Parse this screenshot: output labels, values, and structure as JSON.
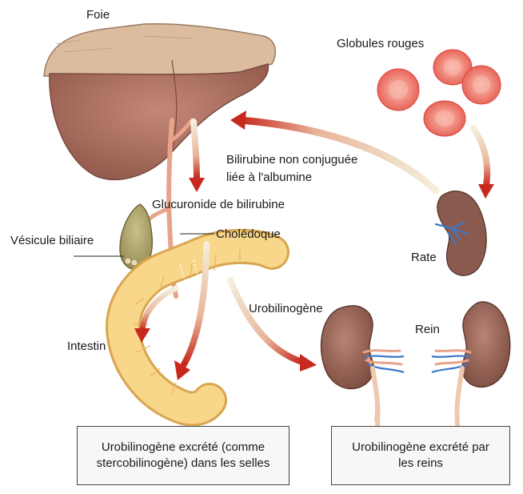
{
  "labels": {
    "foie": "Foie",
    "globules_rouges": "Globules rouges",
    "bilirubine_line1": "Bilirubine non conjuguée",
    "bilirubine_line2": "liée à l'albumine",
    "glucuronide": "Glucuronide de bilirubine",
    "vesicule": "Vésicule biliaire",
    "choledoque": "Cholédoque",
    "rate": "Rate",
    "urobilinogene": "Urobilinogène",
    "rein": "Rein",
    "intestin": "Intestin"
  },
  "boxes": {
    "selles_line1": "Urobilinogène excrété (comme",
    "selles_line2": "stercobilinogène) dans les selles",
    "reins_line1": "Urobilinogène excrété par",
    "reins_line2": "les reins"
  },
  "colors": {
    "arrow_red": "#c8281e",
    "arrow_cream": "#f3ead2",
    "liver": "#a66a58",
    "liver_top": "#d9b79b",
    "gallbladder": "#b2a86a",
    "intestine": "#f8d68a",
    "rbc": "#f07a6e",
    "spleen": "#8a5a4e",
    "kidney": "#9a6a58",
    "vessel_blue": "#3a78c8",
    "vessel_red": "#d8846a"
  }
}
